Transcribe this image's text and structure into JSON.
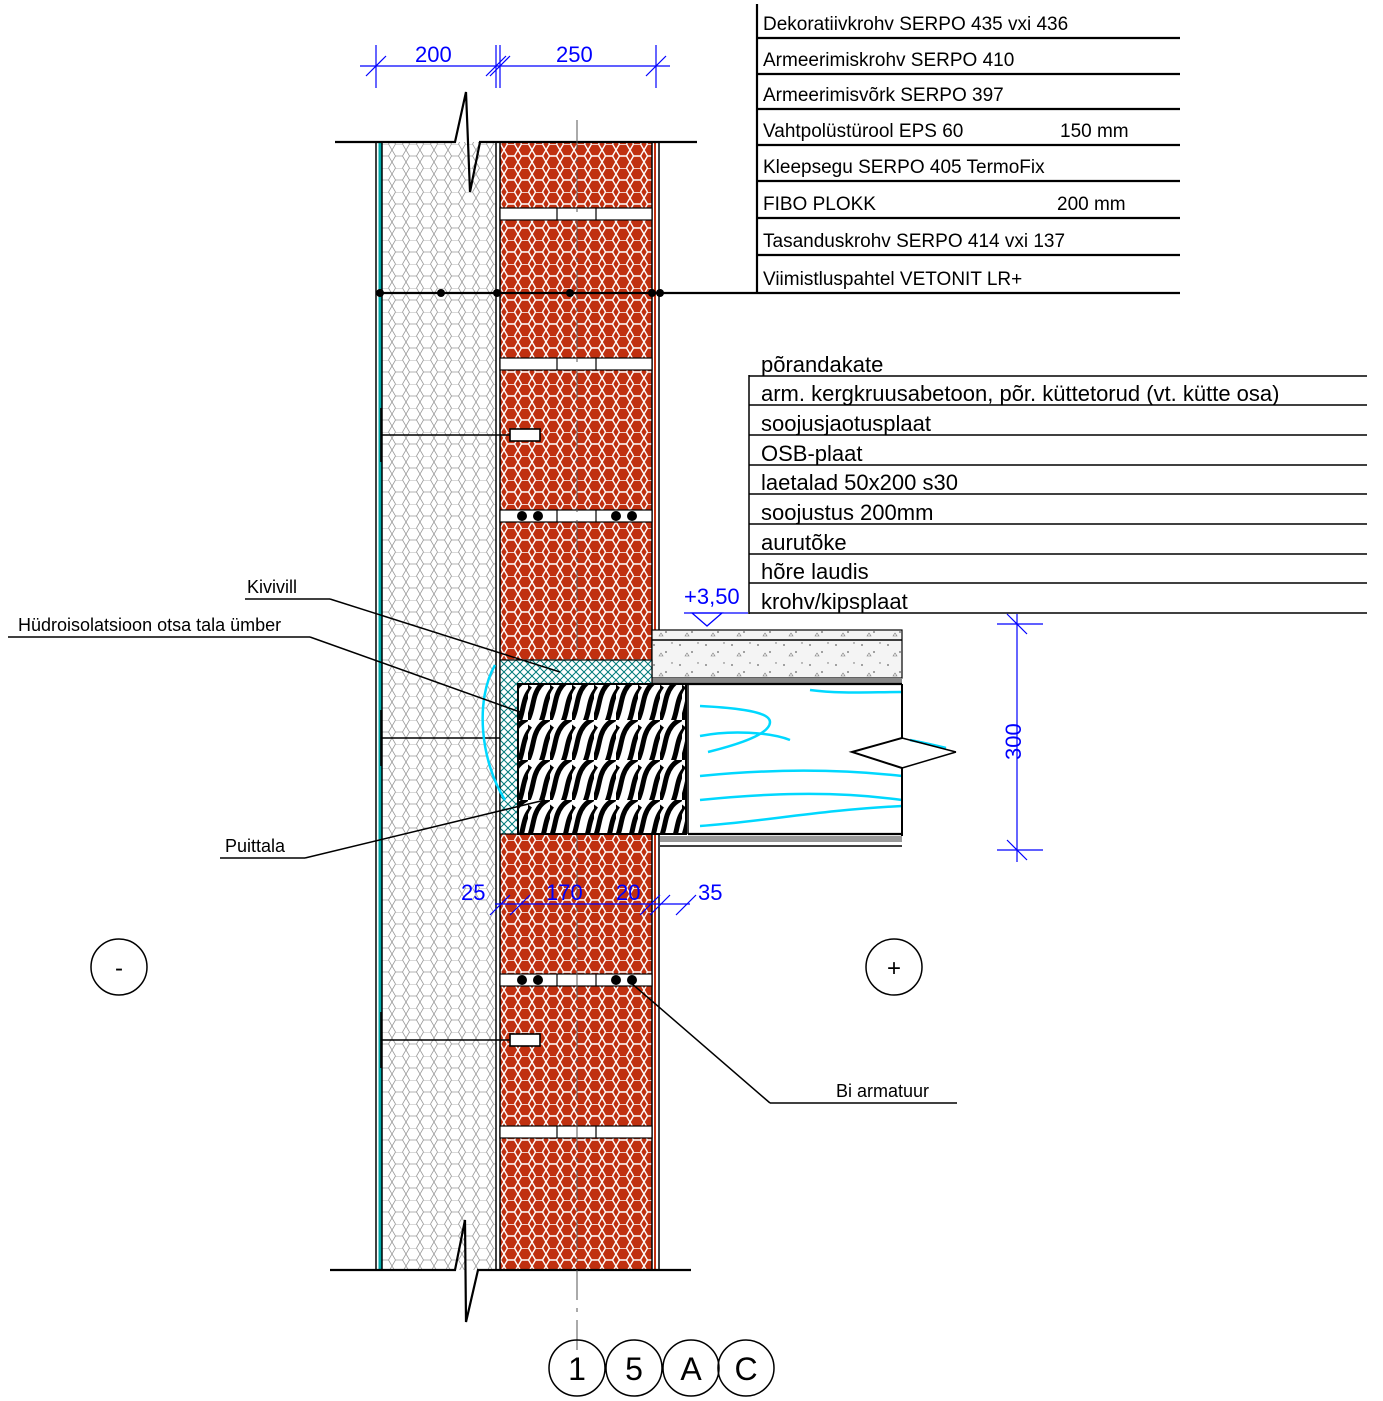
{
  "spec_layers": [
    "Dekoratiivkrohv SERPO 435 vxi 436",
    "Armeerimiskrohv SERPO 410",
    "Armeerimisvõrk SERPO 397",
    "Vahtpolüstürool EPS 60",
    "Kleepsegu SERPO 405 TermoFix",
    "FIBO PLOKK",
    "Tasanduskrohv SERPO 414 vxi 137",
    "Viimistluspahtel VETONIT LR+"
  ],
  "spec_thickness": {
    "eps": "150 mm",
    "fibo": "200 mm"
  },
  "floor_layers": [
    "põrandakate",
    "arm. kergkruusabetoon, põr. küttetorud (vt. kütte osa)",
    "soojusjaotusplaat",
    "OSB-plaat",
    "laetalad 50x200 s30",
    "soojustus 200mm",
    "aurutõke",
    "hõre laudis",
    "krohv/kipsplaat"
  ],
  "callouts": {
    "kivivill": "Kivivill",
    "hydro": "Hüdroisolatsioon otsa tala ümber",
    "puittala": "Puittala",
    "armatuur": "Bi armatuur"
  },
  "dimensions": {
    "top_insulation": "200",
    "top_block": "250",
    "beam_height": "300",
    "level": "+3,50",
    "d25": "25",
    "d170": "170",
    "d20": "20",
    "d35": "35"
  },
  "symbols": {
    "outside": "-",
    "inside": "+"
  },
  "axis_labels": [
    "1",
    "5",
    "A",
    "C"
  ],
  "colors": {
    "block_fill": "#c03010",
    "dimension": "#0000ff",
    "membrane": "#00d8ff",
    "mineral_wool": "#007a7a"
  }
}
